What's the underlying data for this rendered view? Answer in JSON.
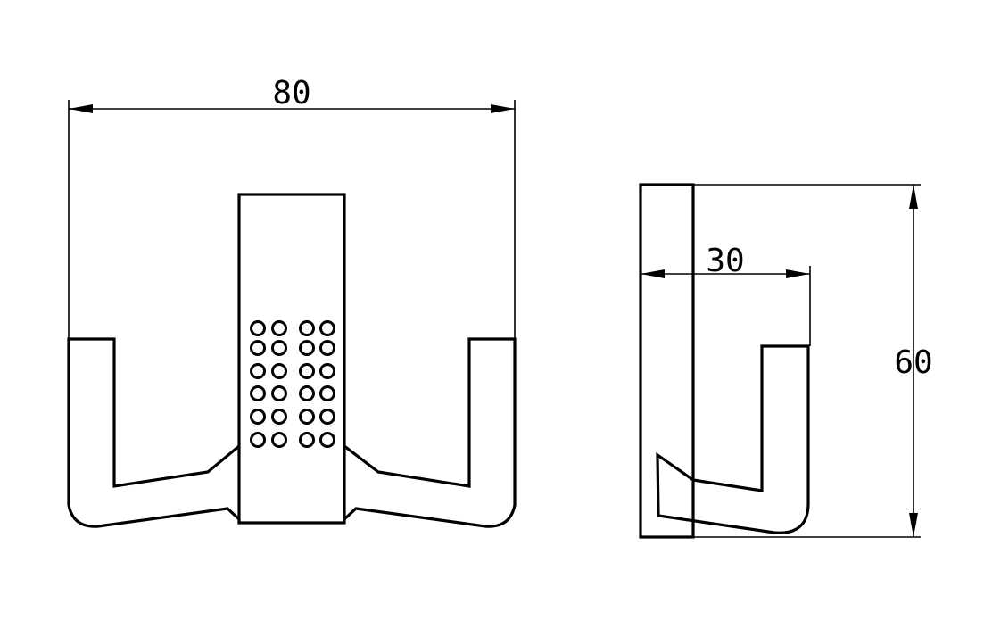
{
  "drawing": {
    "front_view": {
      "width_dimension": "80",
      "dot_grid": {
        "rows": 6,
        "columns": 4
      }
    },
    "side_view": {
      "depth_dimension": "30",
      "height_dimension": "60"
    },
    "colors": {
      "line": "#000000",
      "background": "#ffffff"
    }
  }
}
